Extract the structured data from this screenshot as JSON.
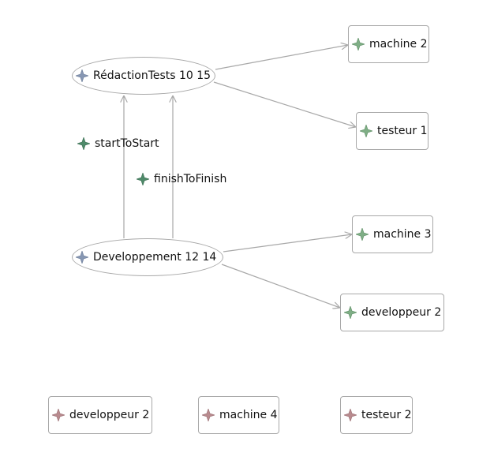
{
  "colors": {
    "task_icon": "#8797b3",
    "resource_icon": "#7fae86",
    "relation_icon": "#4f8a6a",
    "unassigned_icon": "#b98b8f",
    "border": "#a8a8a8",
    "edge": "#a8a8a8"
  },
  "tasks": [
    {
      "label": "RédactionTests 10 15",
      "icon": "star4-icon"
    },
    {
      "label": "Developpement 12 14",
      "icon": "star4-icon"
    }
  ],
  "relations": [
    {
      "label": "startToStart",
      "icon": "star4-icon"
    },
    {
      "label": "finishToFinish",
      "icon": "star4-icon"
    }
  ],
  "assigned_resources": [
    {
      "label": "machine 2",
      "icon": "star4-icon"
    },
    {
      "label": "testeur 1",
      "icon": "star4-icon"
    },
    {
      "label": "machine 3",
      "icon": "star4-icon"
    },
    {
      "label": "developpeur 2",
      "icon": "star4-icon"
    }
  ],
  "unassigned_resources": [
    {
      "label": "developpeur 2",
      "icon": "star4-icon"
    },
    {
      "label": "machine 4",
      "icon": "star4-icon"
    },
    {
      "label": "testeur 2",
      "icon": "star4-icon"
    }
  ]
}
